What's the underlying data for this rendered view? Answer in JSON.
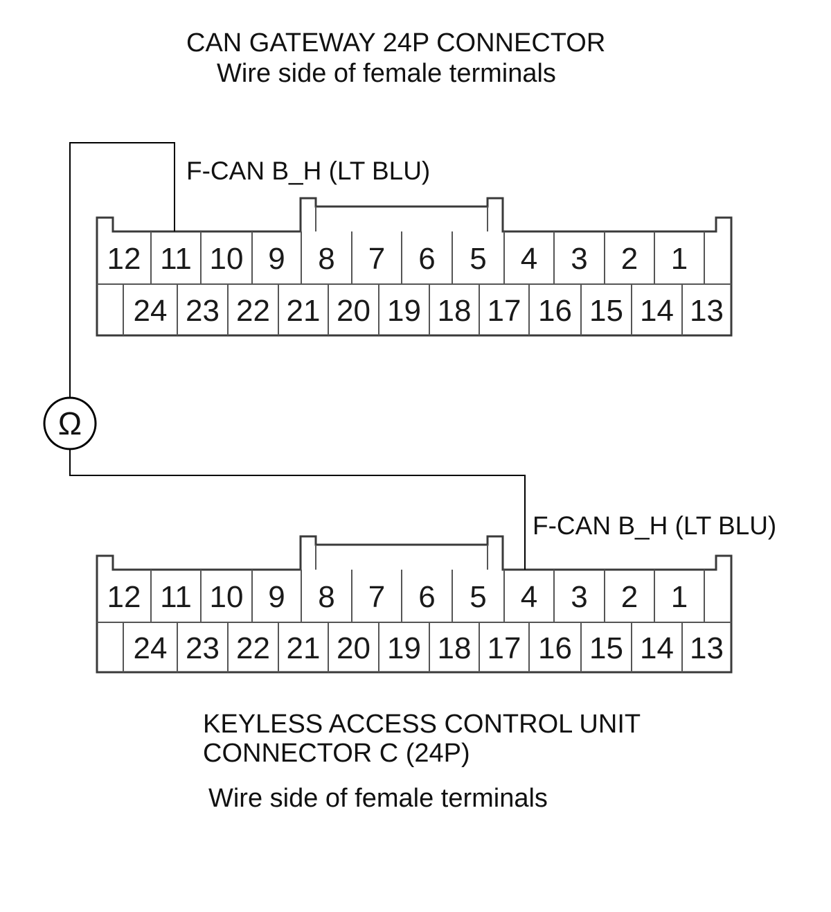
{
  "top_connector": {
    "title": "CAN GATEWAY 24P CONNECTOR",
    "subtitle": "Wire side of female terminals",
    "wire_label": "F-CAN B_H (LT BLU)",
    "top_row_pins": [
      "12",
      "11",
      "10",
      "9",
      "8",
      "7",
      "6",
      "5",
      "4",
      "3",
      "2",
      "1"
    ],
    "bottom_row_pins": [
      "24",
      "23",
      "22",
      "21",
      "20",
      "19",
      "18",
      "17",
      "16",
      "15",
      "14",
      "13"
    ],
    "probed_pin": "11"
  },
  "bottom_connector": {
    "title_line1": "KEYLESS ACCESS CONTROL UNIT",
    "title_line2": "CONNECTOR C (24P)",
    "subtitle": "Wire side of female terminals",
    "wire_label": "F-CAN B_H (LT BLU)",
    "top_row_pins": [
      "12",
      "11",
      "10",
      "9",
      "8",
      "7",
      "6",
      "5",
      "4",
      "3",
      "2",
      "1"
    ],
    "bottom_row_pins": [
      "24",
      "23",
      "22",
      "21",
      "20",
      "19",
      "18",
      "17",
      "16",
      "15",
      "14",
      "13"
    ],
    "probed_pin": "4"
  },
  "meter": {
    "symbol": "Ω",
    "icon": "ohmmeter-icon"
  }
}
